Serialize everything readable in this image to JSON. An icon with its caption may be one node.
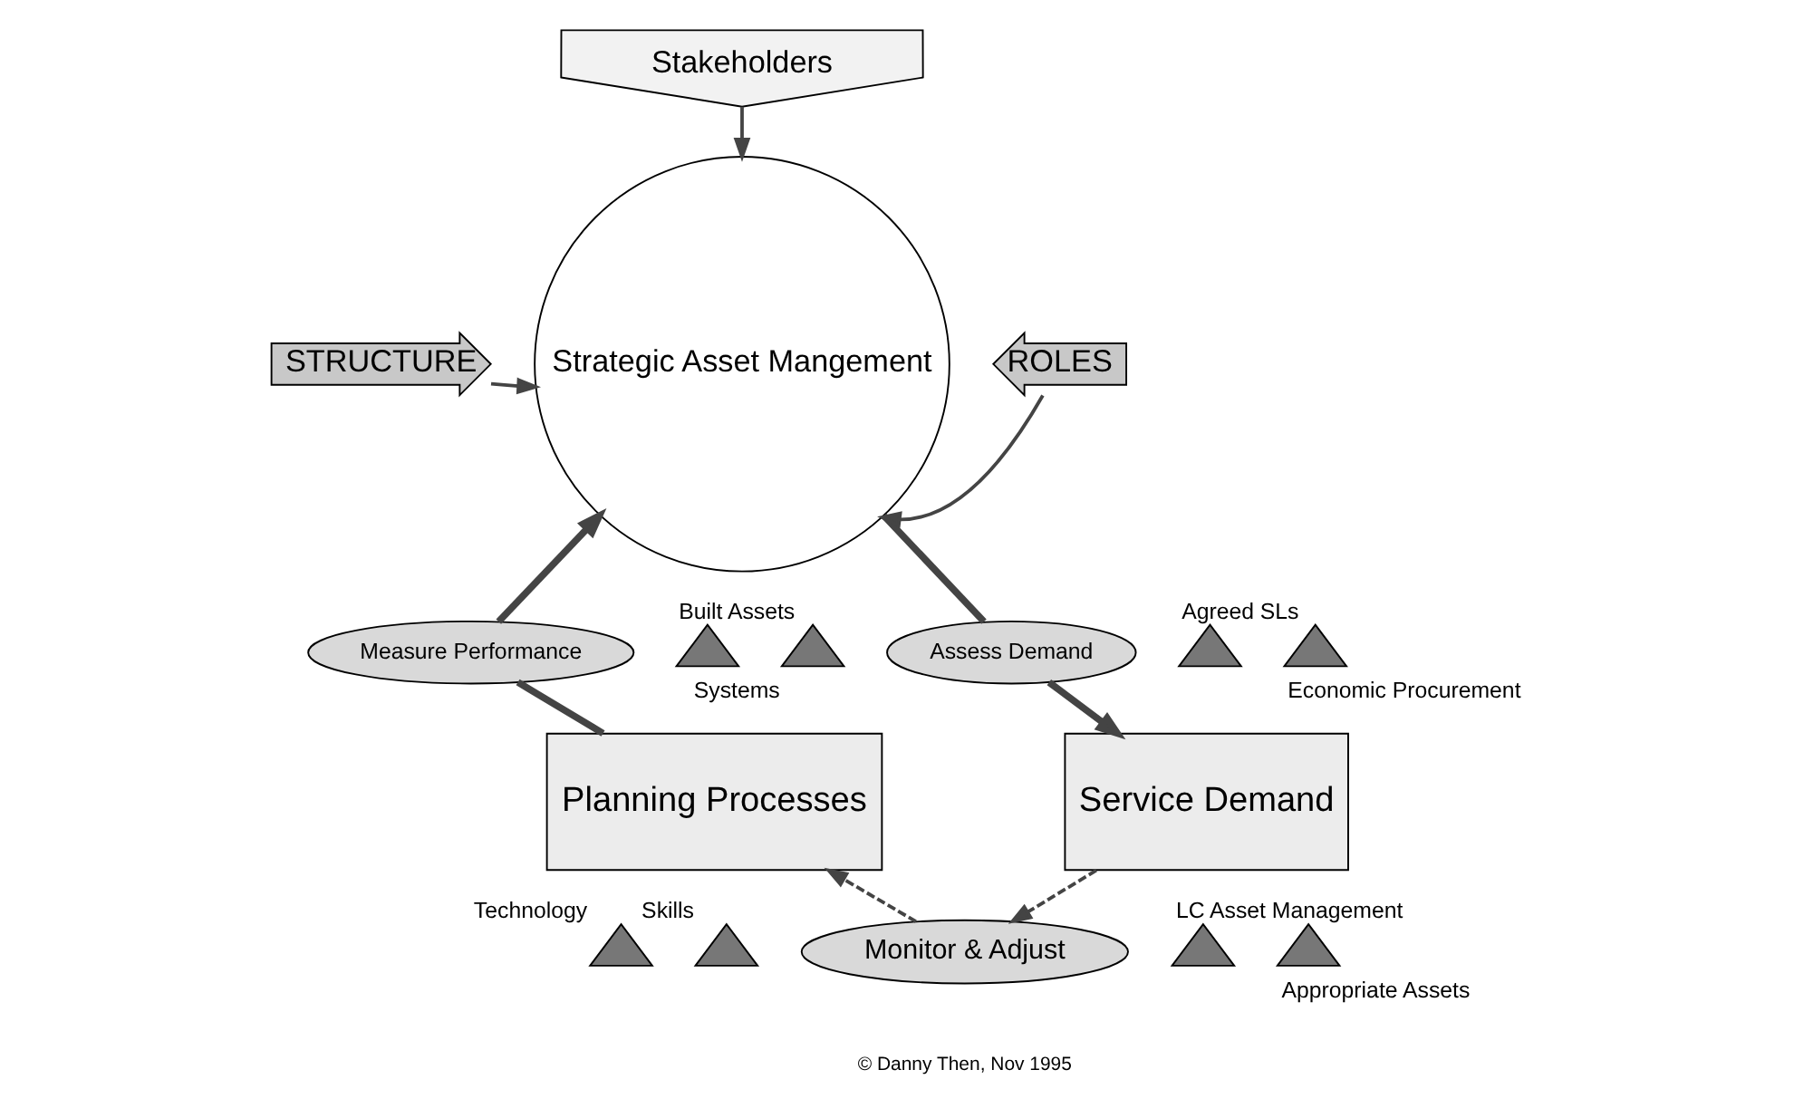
{
  "diagram": {
    "nodes": [
      {
        "text": [
          "Stakeholders"
        ]
      },
      {
        "text": [
          "STRUCTURE"
        ]
      },
      {
        "text": [
          "Strategic Asset Mangement"
        ]
      },
      {
        "text": [
          "ROLES"
        ]
      },
      {
        "text": [
          "Measure Performance"
        ]
      },
      {
        "text": [
          "Assess Demand"
        ]
      },
      {
        "text": [],
        "shape": "triangle",
        "beside": [
          "Built Assets"
        ]
      },
      {
        "text": [],
        "shape": "triangle",
        "beside": [
          "Systems"
        ]
      },
      {
        "text": [
          "Planning Processes"
        ]
      },
      {
        "text": [],
        "shape": "triangle",
        "beside": [
          "Technology"
        ]
      },
      {
        "text": [],
        "shape": "triangle",
        "beside": [
          "Skills"
        ]
      },
      {
        "text": [],
        "shape": "triangle",
        "beside": [
          "Agreed SLs"
        ]
      },
      {
        "text": [],
        "shape": "triangle",
        "beside": [
          "Economic Procurement"
        ]
      },
      {
        "text": [
          "Service Demand"
        ]
      },
      {
        "text": [],
        "shape": "triangle",
        "beside": [
          "LC Asset Management"
        ]
      },
      {
        "text": [],
        "shape": "triangle",
        "beside": [
          "Appropriate Assets"
        ]
      },
      {
        "text": [
          "Monitor & Adjust"
        ]
      }
    ],
    "edges": [
      {
        "from": 0,
        "to": 2,
        "arrow": "to"
      },
      {
        "from": 1,
        "to": 2,
        "arrow": "to"
      },
      {
        "from": 3,
        "to": 2,
        "arrow": "to"
      },
      {
        "from": 8,
        "to": 4,
        "arrow": "none",
        "style": "thick"
      },
      {
        "from": 4,
        "to": 2,
        "arrow": "to",
        "style": "thick"
      },
      {
        "from": 2,
        "to": 5,
        "arrow": "none",
        "style": "thick"
      },
      {
        "from": 5,
        "to": 13,
        "arrow": "to",
        "style": "thick"
      },
      {
        "from": 13,
        "to": 16,
        "arrow": "to",
        "style": "dashed"
      },
      {
        "from": 16,
        "to": 8,
        "arrow": "to",
        "style": "dashed"
      }
    ],
    "labels": [
      "© Danny Then, Nov 1995"
    ]
  }
}
